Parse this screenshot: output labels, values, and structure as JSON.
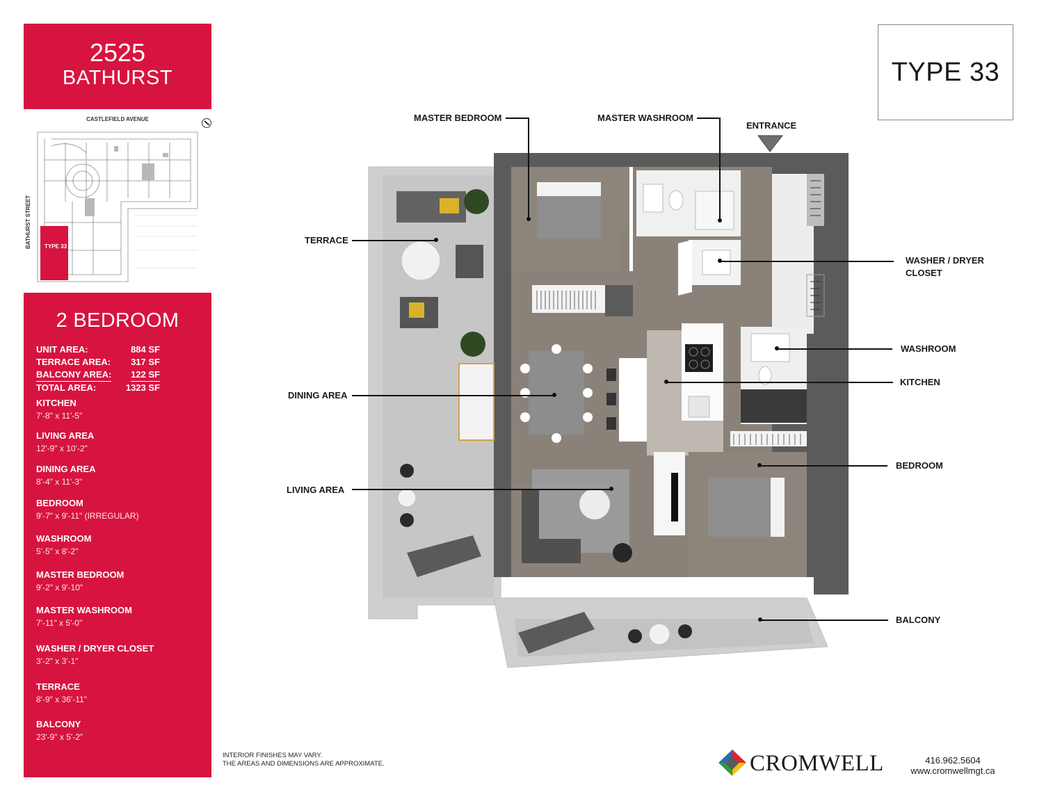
{
  "building": {
    "number": "2525",
    "street": "BATHURST"
  },
  "keyplan": {
    "top_street": "CASTLEFIELD AVENUE",
    "side_street": "BATHURST STREET",
    "unit_label": "TYPE 33"
  },
  "unit": {
    "type_label": "TYPE 33",
    "bedrooms_title": "2 BEDROOM",
    "areas": [
      {
        "label": "UNIT AREA:",
        "value": "884 SF"
      },
      {
        "label": "TERRACE AREA:",
        "value": "317 SF"
      },
      {
        "label": "BALCONY AREA:",
        "value": "122 SF"
      },
      {
        "label": "TOTAL AREA:",
        "value": "1323 SF"
      }
    ],
    "rooms": [
      {
        "name": "KITCHEN",
        "dim": "7'-8\" x 11'-5\""
      },
      {
        "name": "LIVING AREA",
        "dim": "12'-9\" x 10'-2\""
      },
      {
        "name": "DINING AREA",
        "dim": "8'-4\" x 11'-3\""
      },
      {
        "name": "BEDROOM",
        "dim": "9'-7\" x 9'-11\" (IRREGULAR)"
      },
      {
        "name": "WASHROOM",
        "dim": "5'-5\" x 8'-2\""
      },
      {
        "name": "MASTER BEDROOM",
        "dim": "9'-2\" x 9'-10\""
      },
      {
        "name": "MASTER WASHROOM",
        "dim": "7'-11\" x 5'-0\""
      },
      {
        "name": "WASHER / DRYER CLOSET",
        "dim": "3'-2\" x 3'-1\""
      },
      {
        "name": "TERRACE",
        "dim": "8'-9\" x 36'-11\""
      },
      {
        "name": "BALCONY",
        "dim": "23'-9\" x 5'-2\""
      }
    ]
  },
  "plan_labels": {
    "master_bedroom": "MASTER BEDROOM",
    "master_washroom": "MASTER WASHROOM",
    "entrance": "ENTRANCE",
    "terrace": "TERRACE",
    "washer_dryer": [
      "WASHER / DRYER",
      "CLOSET"
    ],
    "washroom": "WASHROOM",
    "kitchen": "KITCHEN",
    "dining_area": "DINING AREA",
    "bedroom": "BEDROOM",
    "living_area": "LIVING AREA",
    "balcony": "BALCONY"
  },
  "footer": {
    "disclaimer": [
      "INTERIOR FINISHES MAY VARY.",
      "THE AREAS AND DIMENSIONS ARE APPROXIMATE."
    ],
    "brand": "CROMWELL",
    "phone": "416.962.5604",
    "website": "www.cromwellmgt.ca"
  },
  "colors": {
    "accent": "#d7143f",
    "floor": "#8a8279",
    "wall": "#555555",
    "outdoor": "#cfcfcf"
  }
}
